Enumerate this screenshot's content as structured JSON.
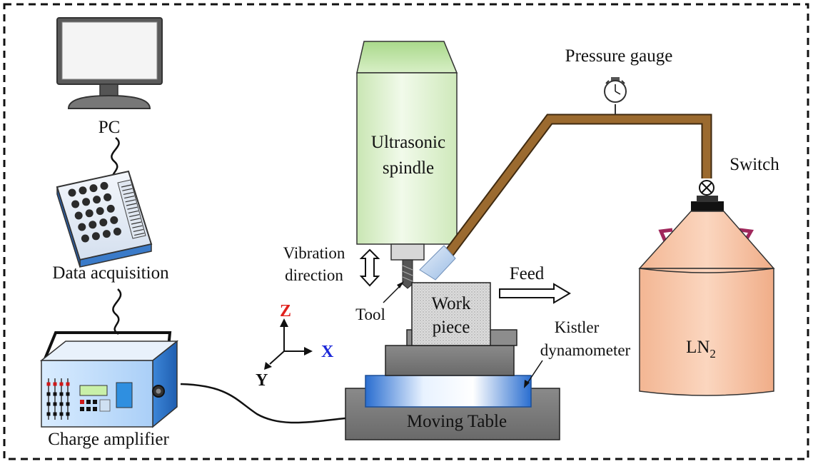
{
  "labels": {
    "pc": "PC",
    "data_acquisition": "Data acquisition",
    "charge_amplifier": "Charge  amplifier",
    "spindle_line1": "Ultrasonic",
    "spindle_line2": "spindle",
    "vibration_line1": "Vibration",
    "vibration_line2": "direction",
    "tool": "Tool",
    "workpiece_line1": "Work",
    "workpiece_line2": "piece",
    "feed": "Feed",
    "kistler_line1": "Kistler",
    "kistler_line2": "dynamometer",
    "moving_table": "Moving  Table",
    "pressure_gauge": "Pressure  gauge",
    "switch": "Switch",
    "ln2_main": "LN",
    "ln2_sub": "2"
  },
  "axes": {
    "z": "Z",
    "x": "X",
    "y": "Y"
  },
  "colors": {
    "axis_z": "#e0201c",
    "axis_x": "#1c28d8",
    "axis_y": "#111111",
    "pipe": "#9b6a2f",
    "spindle": "#dff2cf",
    "tank": "#f7c4a6",
    "dynamometer": "#2b6fc9"
  }
}
